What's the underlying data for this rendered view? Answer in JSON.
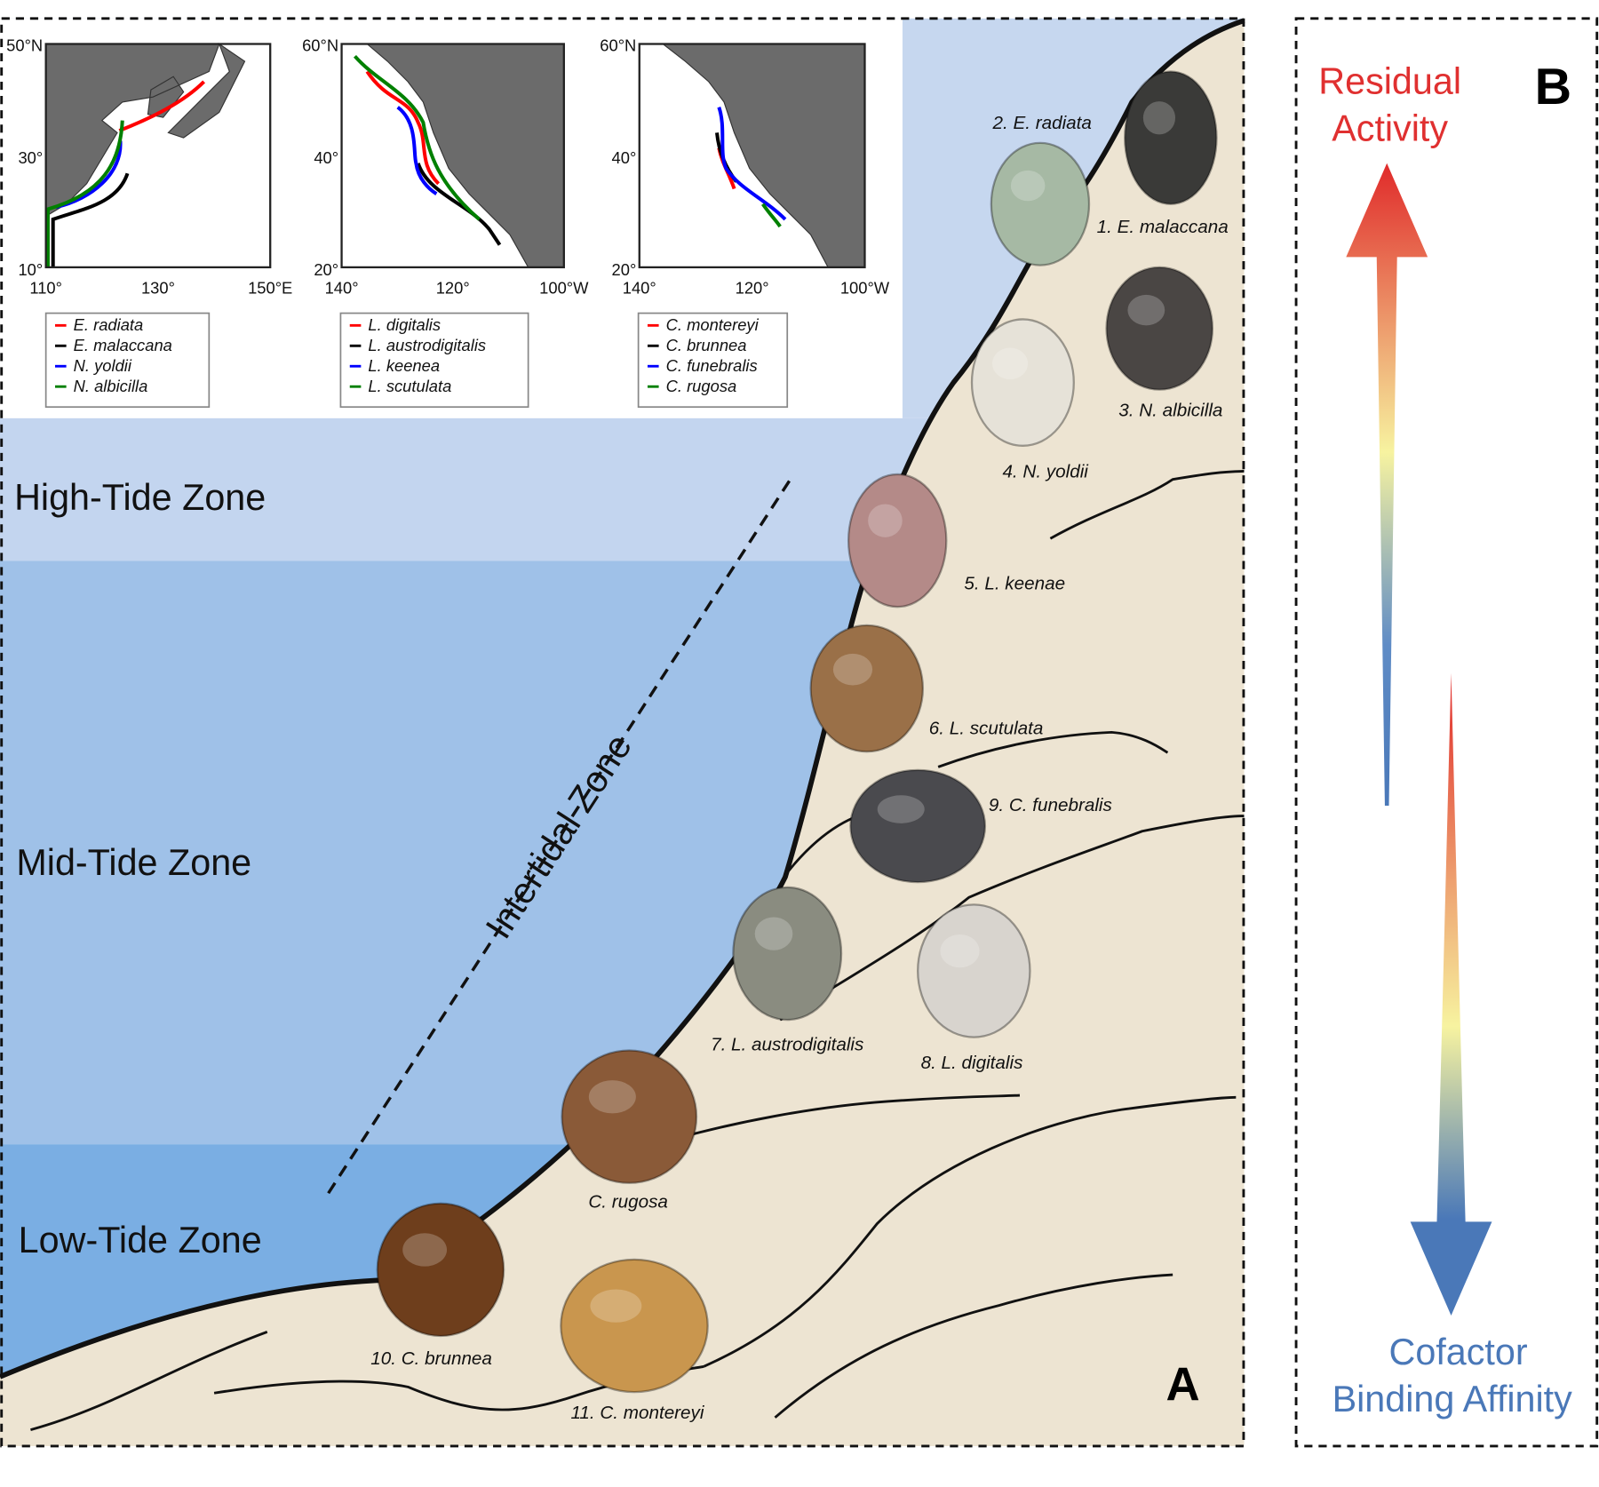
{
  "panel_a": {
    "letter": "A",
    "zones": [
      "High-Tide Zone",
      "Mid-Tide Zone",
      "Low-Tide Zone"
    ],
    "intertidal_label": "Intertidal Zone",
    "colors": {
      "sky": "#c6d7ef",
      "high": "#c3d5ef",
      "mid": "#9fc1e8",
      "low": "#7aaee3",
      "shore": "#ede4d2"
    },
    "snails": [
      {
        "label": "1. E. malaccana",
        "color": "#3a3a38"
      },
      {
        "label": "2. E. radiata",
        "color": "#a6b9a4"
      },
      {
        "label": "3. N. albicilla",
        "color": "#4a4644"
      },
      {
        "label": "4. N. yoldii",
        "color": "#e6e2d8"
      },
      {
        "label": "5. L. keenae",
        "color": "#b48a88"
      },
      {
        "label": "6. L. scutulata",
        "color": "#9a7048"
      },
      {
        "label": "7. L. austrodigitalis",
        "color": "#8a8c80"
      },
      {
        "label": "8. L. digitalis",
        "color": "#d8d4ce"
      },
      {
        "label": "9. C. funebralis",
        "color": "#4a4a4e"
      },
      {
        "label": "10. C. brunnea",
        "color": "#6e3e1c"
      },
      {
        "label": "11. C. montereyi",
        "color": "#c9964e"
      },
      {
        "label": "C. rugosa",
        "color": "#8a5a38"
      }
    ],
    "maps": [
      {
        "y_ticks": [
          "50°N",
          "30°",
          "10°"
        ],
        "x_ticks": [
          "110°",
          "130°",
          "150°E"
        ],
        "legend": [
          {
            "name": "E. radiata",
            "color": "#ff0000"
          },
          {
            "name": "E. malaccana",
            "color": "#000000"
          },
          {
            "name": "N. yoldii",
            "color": "#0000ff"
          },
          {
            "name": "N. albicilla",
            "color": "#008000"
          }
        ]
      },
      {
        "y_ticks": [
          "60°N",
          "40°",
          "20°"
        ],
        "x_ticks": [
          "140°",
          "120°",
          "100°W"
        ],
        "legend": [
          {
            "name": "L. digitalis",
            "color": "#ff0000"
          },
          {
            "name": "L. austrodigitalis",
            "color": "#000000"
          },
          {
            "name": "L. keenea",
            "color": "#0000ff"
          },
          {
            "name": "L. scutulata",
            "color": "#008000"
          }
        ]
      },
      {
        "y_ticks": [
          "60°N",
          "40°",
          "20°"
        ],
        "x_ticks": [
          "140°",
          "120°",
          "100°W"
        ],
        "legend": [
          {
            "name": "C. montereyi",
            "color": "#ff0000"
          },
          {
            "name": "C. brunnea",
            "color": "#000000"
          },
          {
            "name": "C. funebralis",
            "color": "#0000ff"
          },
          {
            "name": "C. rugosa",
            "color": "#008000"
          }
        ]
      }
    ]
  },
  "panel_b": {
    "letter": "B",
    "top_label": [
      "Residual",
      "Activity"
    ],
    "bottom_label": [
      "Cofactor",
      "Binding Affinity"
    ],
    "red": "#e03030",
    "blue": "#4a78b8"
  }
}
